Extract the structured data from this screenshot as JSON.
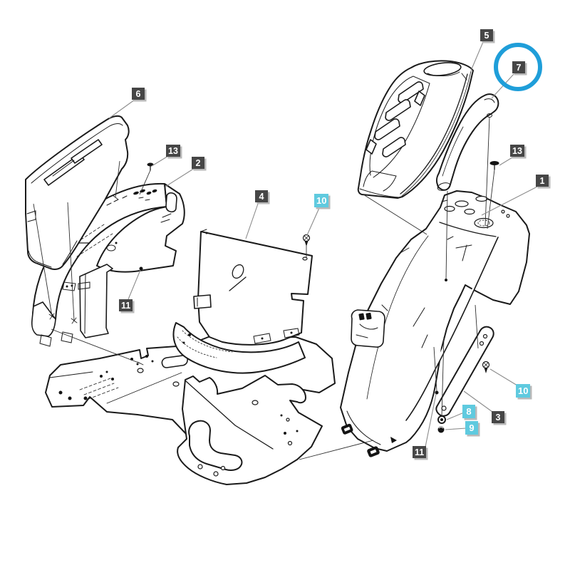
{
  "diagram": {
    "kind": "exploded-parts-diagram",
    "background": "#ffffff",
    "line_color": "#1a1a1a",
    "colors": {
      "callout_dark_bg": "#464646",
      "callout_cyan_bg": "#5fcadf",
      "callout_text": "#ffffff",
      "callout_shadow": "#b9b9b9",
      "highlight_circle": "#1f9ed9"
    },
    "highlight": {
      "shape": "circle",
      "around_callout": "7"
    }
  },
  "callouts": [
    {
      "label": "6",
      "variant": "dark",
      "highlighted": false
    },
    {
      "label": "13",
      "variant": "dark",
      "highlighted": false
    },
    {
      "label": "2",
      "variant": "dark",
      "highlighted": false
    },
    {
      "label": "4",
      "variant": "dark",
      "highlighted": false
    },
    {
      "label": "10",
      "variant": "cyan",
      "highlighted": false
    },
    {
      "label": "5",
      "variant": "dark",
      "highlighted": false
    },
    {
      "label": "7",
      "variant": "dark",
      "highlighted": true
    },
    {
      "label": "13",
      "variant": "dark",
      "highlighted": false
    },
    {
      "label": "1",
      "variant": "dark",
      "highlighted": false
    },
    {
      "label": "11",
      "variant": "dark",
      "highlighted": false
    },
    {
      "label": "10",
      "variant": "cyan",
      "highlighted": false
    },
    {
      "label": "8",
      "variant": "cyan",
      "highlighted": false
    },
    {
      "label": "3",
      "variant": "dark",
      "highlighted": false
    },
    {
      "label": "9",
      "variant": "cyan",
      "highlighted": false
    },
    {
      "label": "11",
      "variant": "dark",
      "highlighted": false
    }
  ]
}
